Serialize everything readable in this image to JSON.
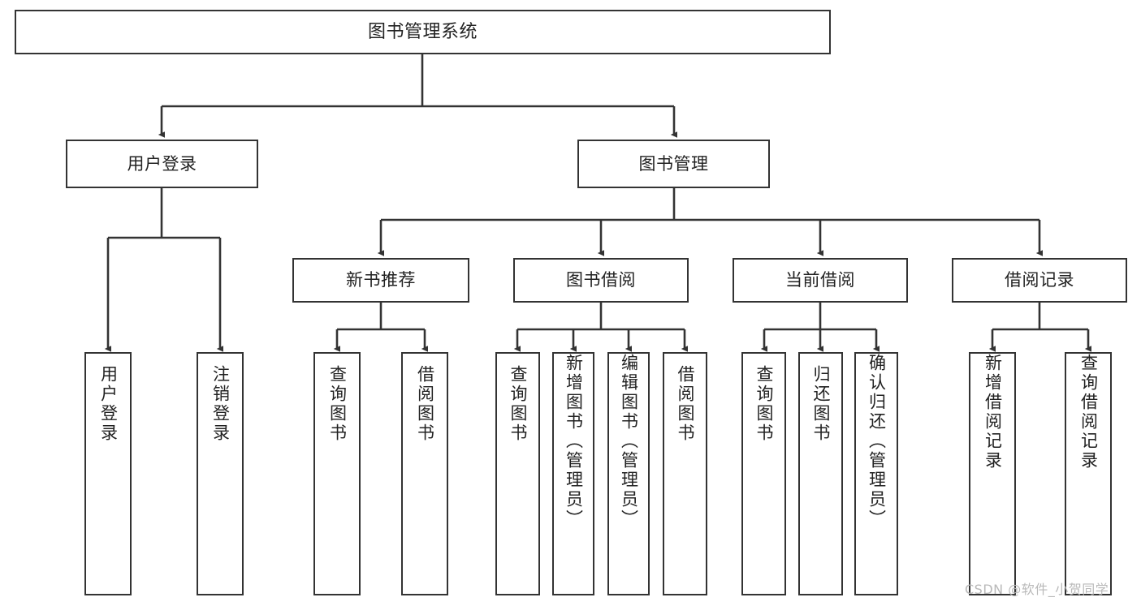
{
  "diagram": {
    "type": "tree-hierarchy",
    "title": "图书管理系统",
    "orientation": "top-down",
    "colors": {
      "box_border": "#333333",
      "box_fill": "#ffffff",
      "connector": "#333333",
      "text": "#222222",
      "watermark": "#b9b9b9",
      "background": "#ffffff"
    },
    "root": {
      "label": "图书管理系统"
    },
    "level2": [
      {
        "label": "用户登录"
      },
      {
        "label": "图书管理"
      }
    ],
    "level3": [
      {
        "label": "新书推荐"
      },
      {
        "label": "图书借阅"
      },
      {
        "label": "当前借阅"
      },
      {
        "label": "借阅记录"
      }
    ],
    "leaves": {
      "user_login": [
        {
          "label": "用户登录"
        },
        {
          "label": "注销登录"
        }
      ],
      "new_book_recommend": [
        {
          "label": "查询图书"
        },
        {
          "label": "借阅图书"
        }
      ],
      "book_borrow": [
        {
          "label": "查询图书"
        },
        {
          "label": "新增图书（管理员）"
        },
        {
          "label": "编辑图书（管理员）"
        },
        {
          "label": "借阅图书"
        }
      ],
      "current_borrow": [
        {
          "label": "查询图书"
        },
        {
          "label": "归还图书"
        },
        {
          "label": "确认归还（管理员）"
        }
      ],
      "borrow_record": [
        {
          "label": "新增借阅记录"
        },
        {
          "label": "查询借阅记录"
        }
      ]
    }
  },
  "watermark": {
    "text": "CSDN @软件_小贺同学"
  }
}
